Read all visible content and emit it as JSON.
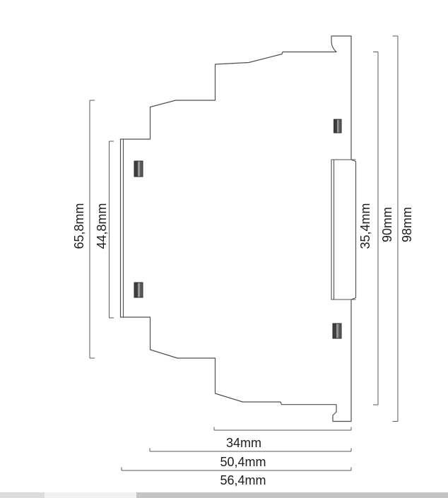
{
  "diagram": {
    "type": "technical_dimension_drawing",
    "view": "side-profile",
    "unit": "mm",
    "dimensions": {
      "left_outer": {
        "label": "65,8mm",
        "value_mm": 65.8,
        "orientation": "vertical",
        "side": "left"
      },
      "left_inner": {
        "label": "44,8mm",
        "value_mm": 44.8,
        "orientation": "vertical",
        "side": "left"
      },
      "right_panel": {
        "label": "35,4mm",
        "value_mm": 35.4,
        "orientation": "vertical",
        "side": "right"
      },
      "right_body": {
        "label": "90mm",
        "value_mm": 90,
        "orientation": "vertical",
        "side": "right"
      },
      "right_total": {
        "label": "98mm",
        "value_mm": 98,
        "orientation": "vertical",
        "side": "right"
      },
      "bottom_inner": {
        "label": "34mm",
        "value_mm": 34,
        "orientation": "horizontal",
        "side": "bottom"
      },
      "bottom_mid": {
        "label": "50,4mm",
        "value_mm": 50.4,
        "orientation": "horizontal",
        "side": "bottom"
      },
      "bottom_full": {
        "label": "56,4mm",
        "value_mm": 56.4,
        "orientation": "horizontal",
        "side": "bottom"
      }
    },
    "colors": {
      "background": "#ffffff",
      "outline": "#4f4f4f",
      "dimension_line": "#585858",
      "label_text": "#1c1c1c",
      "clip_dark": "#3e3e3e",
      "clip_mid": "#969696",
      "clip_shadow": "#5a5a5a",
      "scrollbar_left_segment": "#dcdcdc",
      "scrollbar_track": "#f2f2f2",
      "scrollbar_thumb": "#c4c4c4"
    }
  }
}
